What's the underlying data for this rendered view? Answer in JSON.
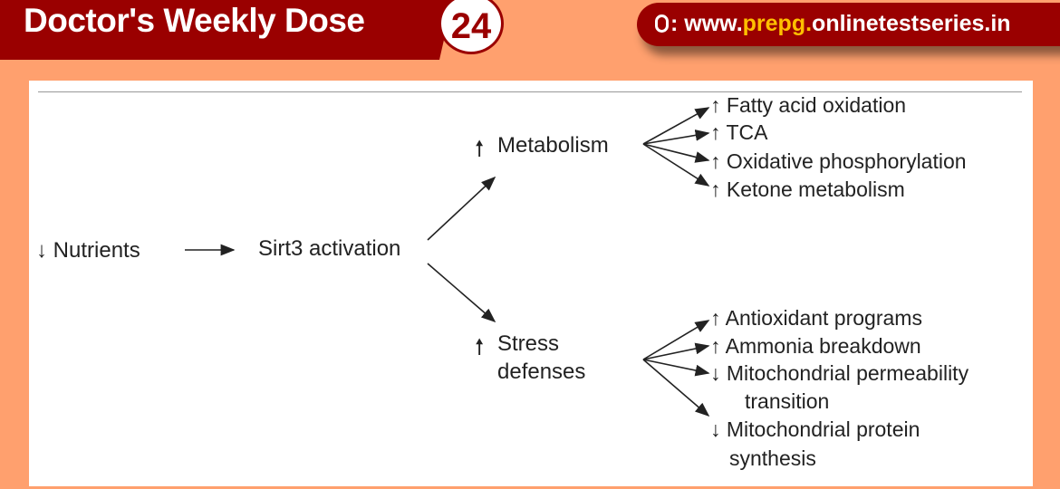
{
  "header": {
    "title": "Doctor's Weekly Dose",
    "badge": "24",
    "url_prefix": "www.",
    "url_highlight": "prepg.",
    "url_suffix": "onlinetestseries.in",
    "url_label": ":"
  },
  "diagram": {
    "nutrients": "↓ Nutrients",
    "sirt3": "Sirt3 activation",
    "metabolism": "Metabolism",
    "stress_line1": "Stress",
    "stress_line2": "defenses",
    "metabolism_effects": [
      "↑ Fatty acid oxidation",
      "↑ TCA",
      "↑ Oxidative phosphorylation",
      "↑ Ketone metabolism"
    ],
    "stress_effects": [
      "↑ Antioxidant programs",
      "↑ Ammonia breakdown",
      "↓ Mitochondrial permeability",
      "transition",
      "↓ Mitochondrial protein",
      "synthesis"
    ],
    "up_arrow": "🠕"
  },
  "colors": {
    "background": "#FFA06E",
    "brand": "#9A0000",
    "highlight": "#FFC000"
  }
}
